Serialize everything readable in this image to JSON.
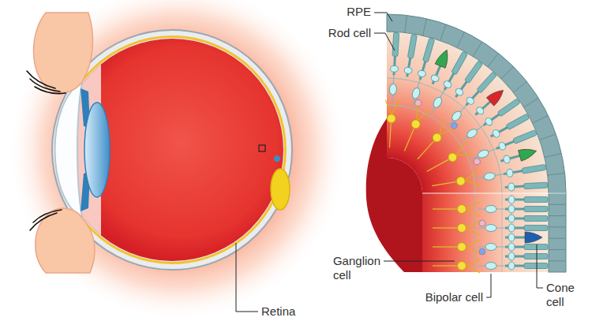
{
  "diagram": {
    "labels": [
      "RPE",
      "Rod cell",
      "Retina",
      "Ganglion cell",
      "Bipolar cell",
      "Cone cell"
    ]
  }
}
